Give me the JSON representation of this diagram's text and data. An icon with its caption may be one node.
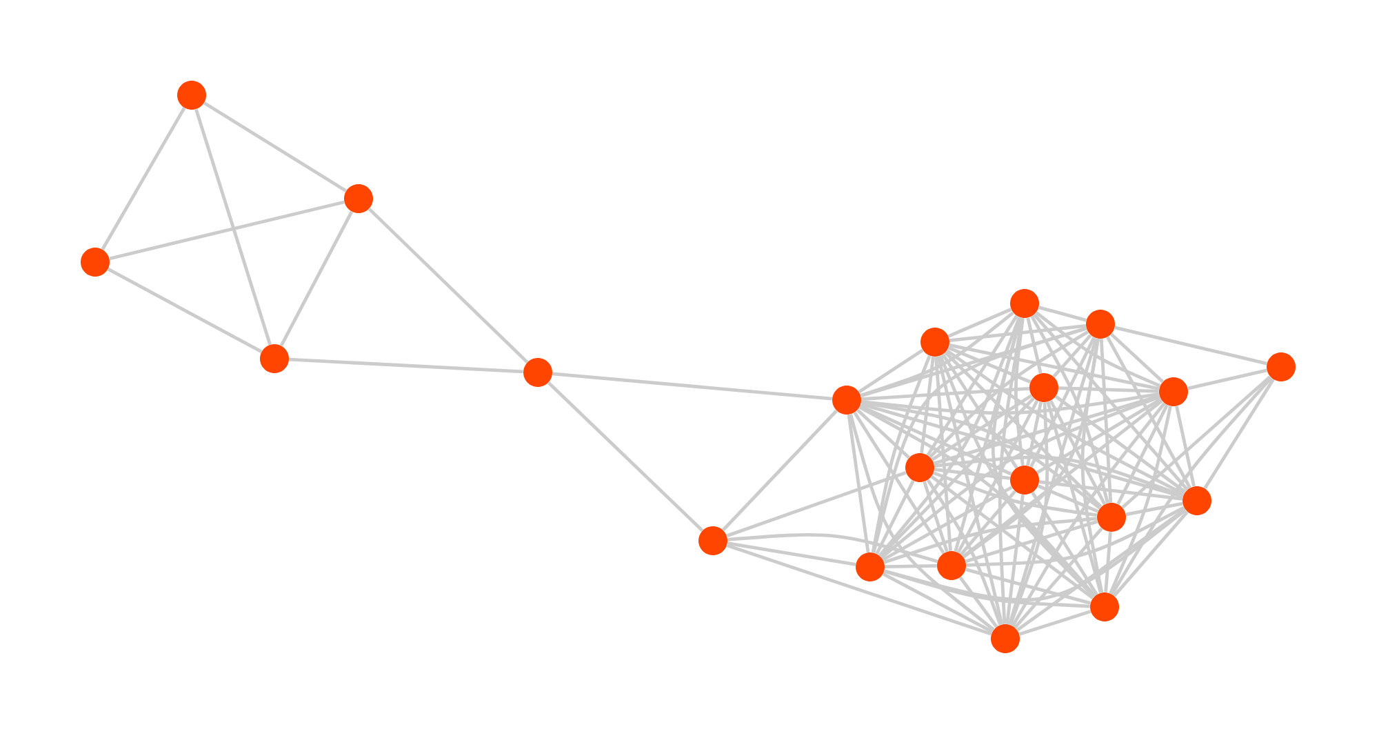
{
  "diagram": {
    "nodes": [
      {
        "text": [],
        "shape": "circle"
      },
      {
        "text": [],
        "shape": "circle"
      },
      {
        "text": [],
        "shape": "circle"
      },
      {
        "text": [],
        "shape": "circle"
      },
      {
        "text": [],
        "shape": "circle"
      },
      {
        "text": [],
        "shape": "circle"
      },
      {
        "text": [],
        "shape": "circle"
      },
      {
        "text": [],
        "shape": "circle"
      },
      {
        "text": [],
        "shape": "circle"
      },
      {
        "text": [],
        "shape": "circle"
      },
      {
        "text": [],
        "shape": "circle"
      },
      {
        "text": [],
        "shape": "circle"
      },
      {
        "text": [],
        "shape": "circle"
      },
      {
        "text": [],
        "shape": "circle"
      },
      {
        "text": [],
        "shape": "circle"
      },
      {
        "text": [],
        "shape": "circle"
      },
      {
        "text": [],
        "shape": "circle"
      },
      {
        "text": [],
        "shape": "circle"
      },
      {
        "text": [],
        "shape": "circle"
      },
      {
        "text": [],
        "shape": "circle"
      },
      {
        "text": [],
        "shape": "circle"
      }
    ],
    "edges": [
      {
        "from": 0,
        "to": 1,
        "arrow": "none"
      },
      {
        "from": 0,
        "to": 2,
        "arrow": "none"
      },
      {
        "from": 0,
        "to": 3,
        "arrow": "none"
      },
      {
        "from": 1,
        "to": 2,
        "arrow": "none"
      },
      {
        "from": 1,
        "to": 3,
        "arrow": "none"
      },
      {
        "from": 2,
        "to": 3,
        "arrow": "none"
      },
      {
        "from": 1,
        "to": 4,
        "arrow": "none"
      },
      {
        "from": 3,
        "to": 4,
        "arrow": "none"
      },
      {
        "from": 4,
        "to": 6,
        "arrow": "none"
      },
      {
        "from": 4,
        "to": 5,
        "arrow": "none"
      },
      {
        "from": 5,
        "to": 6,
        "arrow": "none"
      },
      {
        "from": 5,
        "to": 13,
        "arrow": "none"
      },
      {
        "from": 5,
        "to": 17,
        "arrow": "none"
      },
      {
        "from": 5,
        "to": 18,
        "arrow": "none"
      },
      {
        "from": 5,
        "to": 20,
        "arrow": "none"
      },
      {
        "from": 12,
        "to": 9,
        "arrow": "none"
      },
      {
        "from": 12,
        "to": 11,
        "arrow": "none"
      },
      {
        "from": 12,
        "to": 15,
        "arrow": "none"
      },
      {
        "from": 12,
        "to": 16,
        "arrow": "none"
      },
      {
        "from": 12,
        "to": 19,
        "arrow": "none"
      },
      {
        "from": 6,
        "to": 7,
        "arrow": "none"
      },
      {
        "from": 6,
        "to": 8,
        "arrow": "none"
      },
      {
        "from": 6,
        "to": 9,
        "arrow": "none"
      },
      {
        "from": 6,
        "to": 10,
        "arrow": "none"
      },
      {
        "from": 6,
        "to": 11,
        "arrow": "none"
      },
      {
        "from": 6,
        "to": 13,
        "arrow": "none"
      },
      {
        "from": 6,
        "to": 14,
        "arrow": "none"
      },
      {
        "from": 6,
        "to": 15,
        "arrow": "none"
      },
      {
        "from": 6,
        "to": 16,
        "arrow": "none"
      },
      {
        "from": 6,
        "to": 17,
        "arrow": "none"
      },
      {
        "from": 6,
        "to": 18,
        "arrow": "none"
      },
      {
        "from": 6,
        "to": 19,
        "arrow": "none"
      },
      {
        "from": 6,
        "to": 20,
        "arrow": "none"
      },
      {
        "from": 7,
        "to": 8,
        "arrow": "none"
      },
      {
        "from": 7,
        "to": 9,
        "arrow": "none"
      },
      {
        "from": 7,
        "to": 10,
        "arrow": "none"
      },
      {
        "from": 7,
        "to": 11,
        "arrow": "none"
      },
      {
        "from": 7,
        "to": 13,
        "arrow": "none"
      },
      {
        "from": 7,
        "to": 14,
        "arrow": "none"
      },
      {
        "from": 7,
        "to": 15,
        "arrow": "none"
      },
      {
        "from": 7,
        "to": 16,
        "arrow": "none"
      },
      {
        "from": 7,
        "to": 17,
        "arrow": "none"
      },
      {
        "from": 7,
        "to": 18,
        "arrow": "none"
      },
      {
        "from": 7,
        "to": 19,
        "arrow": "none"
      },
      {
        "from": 7,
        "to": 20,
        "arrow": "none"
      },
      {
        "from": 8,
        "to": 9,
        "arrow": "none"
      },
      {
        "from": 8,
        "to": 10,
        "arrow": "none"
      },
      {
        "from": 8,
        "to": 11,
        "arrow": "none"
      },
      {
        "from": 8,
        "to": 13,
        "arrow": "none"
      },
      {
        "from": 8,
        "to": 14,
        "arrow": "none"
      },
      {
        "from": 8,
        "to": 15,
        "arrow": "none"
      },
      {
        "from": 8,
        "to": 16,
        "arrow": "none"
      },
      {
        "from": 8,
        "to": 17,
        "arrow": "none"
      },
      {
        "from": 8,
        "to": 18,
        "arrow": "none"
      },
      {
        "from": 8,
        "to": 19,
        "arrow": "none"
      },
      {
        "from": 8,
        "to": 20,
        "arrow": "none"
      },
      {
        "from": 9,
        "to": 10,
        "arrow": "none"
      },
      {
        "from": 9,
        "to": 11,
        "arrow": "none"
      },
      {
        "from": 9,
        "to": 13,
        "arrow": "none"
      },
      {
        "from": 9,
        "to": 14,
        "arrow": "none"
      },
      {
        "from": 9,
        "to": 15,
        "arrow": "none"
      },
      {
        "from": 9,
        "to": 16,
        "arrow": "none"
      },
      {
        "from": 9,
        "to": 17,
        "arrow": "none"
      },
      {
        "from": 9,
        "to": 18,
        "arrow": "none"
      },
      {
        "from": 9,
        "to": 19,
        "arrow": "none"
      },
      {
        "from": 9,
        "to": 20,
        "arrow": "none"
      },
      {
        "from": 10,
        "to": 11,
        "arrow": "none"
      },
      {
        "from": 10,
        "to": 13,
        "arrow": "none"
      },
      {
        "from": 10,
        "to": 14,
        "arrow": "none"
      },
      {
        "from": 10,
        "to": 15,
        "arrow": "none"
      },
      {
        "from": 10,
        "to": 16,
        "arrow": "none"
      },
      {
        "from": 10,
        "to": 17,
        "arrow": "none"
      },
      {
        "from": 10,
        "to": 18,
        "arrow": "none"
      },
      {
        "from": 10,
        "to": 19,
        "arrow": "none"
      },
      {
        "from": 10,
        "to": 20,
        "arrow": "none"
      },
      {
        "from": 11,
        "to": 13,
        "arrow": "none"
      },
      {
        "from": 11,
        "to": 14,
        "arrow": "none"
      },
      {
        "from": 11,
        "to": 15,
        "arrow": "none"
      },
      {
        "from": 11,
        "to": 16,
        "arrow": "none"
      },
      {
        "from": 11,
        "to": 17,
        "arrow": "none"
      },
      {
        "from": 11,
        "to": 18,
        "arrow": "none"
      },
      {
        "from": 11,
        "to": 19,
        "arrow": "none"
      },
      {
        "from": 11,
        "to": 20,
        "arrow": "none"
      },
      {
        "from": 13,
        "to": 14,
        "arrow": "none"
      },
      {
        "from": 13,
        "to": 15,
        "arrow": "none"
      },
      {
        "from": 13,
        "to": 16,
        "arrow": "none"
      },
      {
        "from": 13,
        "to": 17,
        "arrow": "none"
      },
      {
        "from": 13,
        "to": 18,
        "arrow": "none"
      },
      {
        "from": 13,
        "to": 19,
        "arrow": "none"
      },
      {
        "from": 13,
        "to": 20,
        "arrow": "none"
      },
      {
        "from": 14,
        "to": 15,
        "arrow": "none"
      },
      {
        "from": 14,
        "to": 16,
        "arrow": "none"
      },
      {
        "from": 14,
        "to": 17,
        "arrow": "none"
      },
      {
        "from": 14,
        "to": 18,
        "arrow": "none"
      },
      {
        "from": 14,
        "to": 19,
        "arrow": "none"
      },
      {
        "from": 14,
        "to": 20,
        "arrow": "none"
      },
      {
        "from": 15,
        "to": 16,
        "arrow": "none"
      },
      {
        "from": 15,
        "to": 17,
        "arrow": "none"
      },
      {
        "from": 15,
        "to": 18,
        "arrow": "none"
      },
      {
        "from": 15,
        "to": 19,
        "arrow": "none"
      },
      {
        "from": 15,
        "to": 20,
        "arrow": "none"
      },
      {
        "from": 16,
        "to": 17,
        "arrow": "none"
      },
      {
        "from": 16,
        "to": 18,
        "arrow": "none"
      },
      {
        "from": 16,
        "to": 19,
        "arrow": "none"
      },
      {
        "from": 16,
        "to": 20,
        "arrow": "none"
      },
      {
        "from": 17,
        "to": 18,
        "arrow": "none"
      },
      {
        "from": 17,
        "to": 19,
        "arrow": "none"
      },
      {
        "from": 17,
        "to": 20,
        "arrow": "none"
      },
      {
        "from": 18,
        "to": 19,
        "arrow": "none"
      },
      {
        "from": 18,
        "to": 20,
        "arrow": "none"
      },
      {
        "from": 19,
        "to": 20,
        "arrow": "none"
      }
    ]
  }
}
